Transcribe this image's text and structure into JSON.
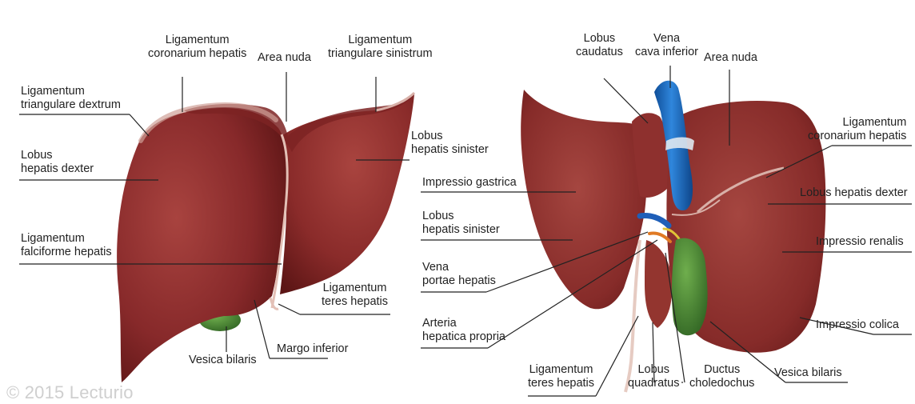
{
  "colors": {
    "liver": "#8a2a28",
    "liver_dark": "#5e1514",
    "liver_light": "#b4534d",
    "ligament": "#d8b0a8",
    "vena_cava": "#1f6fc4",
    "gallbladder": "#3d7d2e",
    "leader_line": "#222222"
  },
  "left_view": {
    "labels": {
      "lig_coronarium": [
        "Ligamentum",
        "coronarium hepatis"
      ],
      "area_nuda": [
        "Area nuda"
      ],
      "lig_triang_sin": [
        "Ligamentum",
        "triangulare sinistrum"
      ],
      "lig_triang_dex": [
        "Ligamentum",
        "triangulare dextrum"
      ],
      "lobus_dexter": [
        "Lobus",
        "hepatis dexter"
      ],
      "lobus_sinister": [
        "Lobus",
        "hepatis sinister"
      ],
      "lig_falciforme": [
        "Ligamentum",
        "falciforme hepatis"
      ],
      "lig_teres": [
        "Ligamentum",
        "teres hepatis"
      ],
      "margo_inferior": [
        "Margo inferior"
      ],
      "vesica_biliaris": [
        "Vesica bilaris"
      ]
    }
  },
  "right_view": {
    "labels": {
      "lobus_caudatus": [
        "Lobus",
        "caudatus"
      ],
      "vena_cava": [
        "Vena",
        "cava inferior"
      ],
      "area_nuda": [
        "Area nuda"
      ],
      "lig_coronarium": [
        "Ligamentum",
        "coronarium hepatis"
      ],
      "impressio_gastrica": [
        "Impressio gastrica"
      ],
      "lobus_sinister": [
        "Lobus",
        "hepatis sinister"
      ],
      "lobus_dexter": [
        "Lobus hepatis dexter"
      ],
      "impressio_renalis": [
        "Impressio renalis"
      ],
      "vena_portae": [
        "Vena",
        "portae hepatis"
      ],
      "arteria_hepatica": [
        "Arteria",
        "hepatica propria"
      ],
      "impressio_colica": [
        "Impressio colica"
      ],
      "lig_teres": [
        "Ligamentum",
        "teres hepatis"
      ],
      "lobus_quadratus": [
        "Lobus",
        "quadratus"
      ],
      "ductus_choledochus": [
        "Ductus",
        "choledochus"
      ],
      "vesica_biliaris": [
        "Vesica bilaris"
      ]
    }
  },
  "watermark": "© 2015 Lecturio"
}
